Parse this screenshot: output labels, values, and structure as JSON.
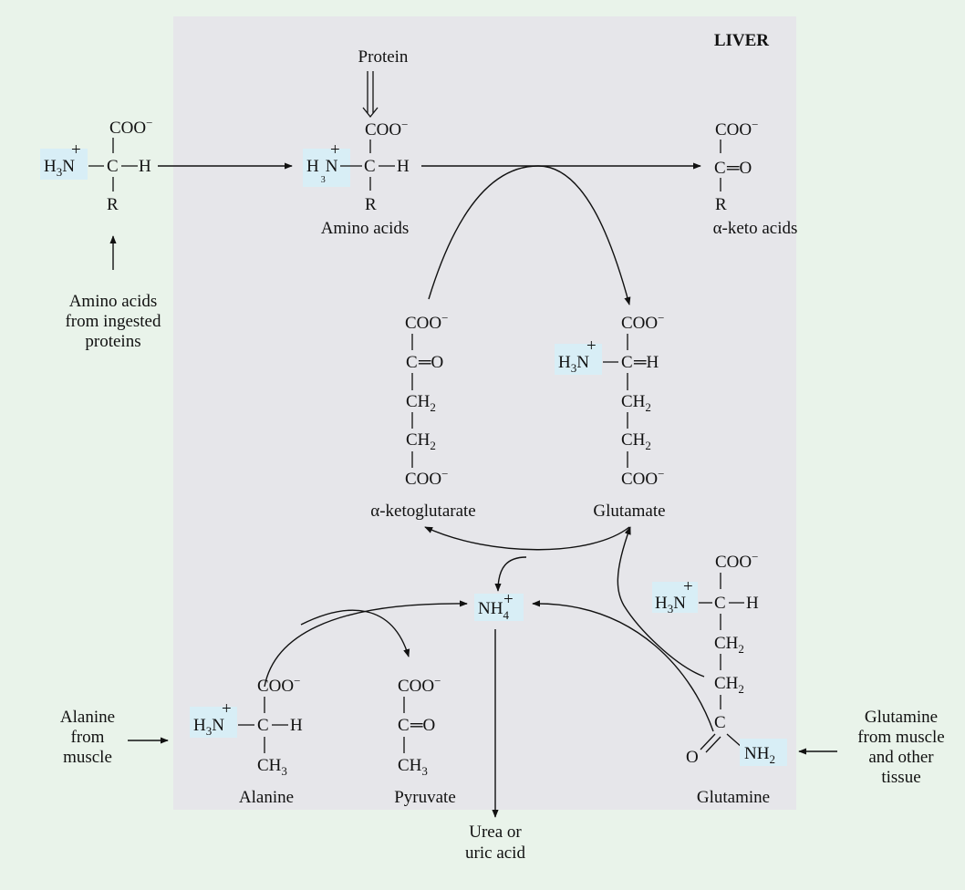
{
  "colors": {
    "background": "#e9f3ea",
    "liver_region": "#e6e6ea",
    "highlight": "#d8eef6",
    "ink": "#111111"
  },
  "liver": {
    "label": "LIVER"
  },
  "labels": {
    "protein": "Protein",
    "amino_acids": "Amino acids",
    "alpha_keto_acids": "α-keto acids",
    "ingested": [
      "Amino acids",
      "from ingested",
      "proteins"
    ],
    "alpha_ketoglutarate": "α-ketoglutarate",
    "glutamate": "Glutamate",
    "alanine": "Alanine",
    "pyruvate": "Pyruvate",
    "glutamine": "Glutamine",
    "alanine_source": [
      "Alanine",
      "from",
      "muscle"
    ],
    "glutamine_source": [
      "Glutamine",
      "from muscle",
      "and other",
      "tissue"
    ],
    "output": [
      "Urea or",
      "uric acid"
    ]
  },
  "chem": {
    "coo": "COO",
    "minus": "−",
    "c": "C",
    "h": "H",
    "r": "R",
    "o": "O",
    "eq_o": "═O",
    "eq_h": "═H",
    "h3": "H",
    "sub3": "3",
    "n": "N",
    "plus": "+",
    "ch2": "CH",
    "sub2": "2",
    "ch3": "CH",
    "nh2": "NH",
    "nh4": "NH",
    "sub4": "4"
  }
}
